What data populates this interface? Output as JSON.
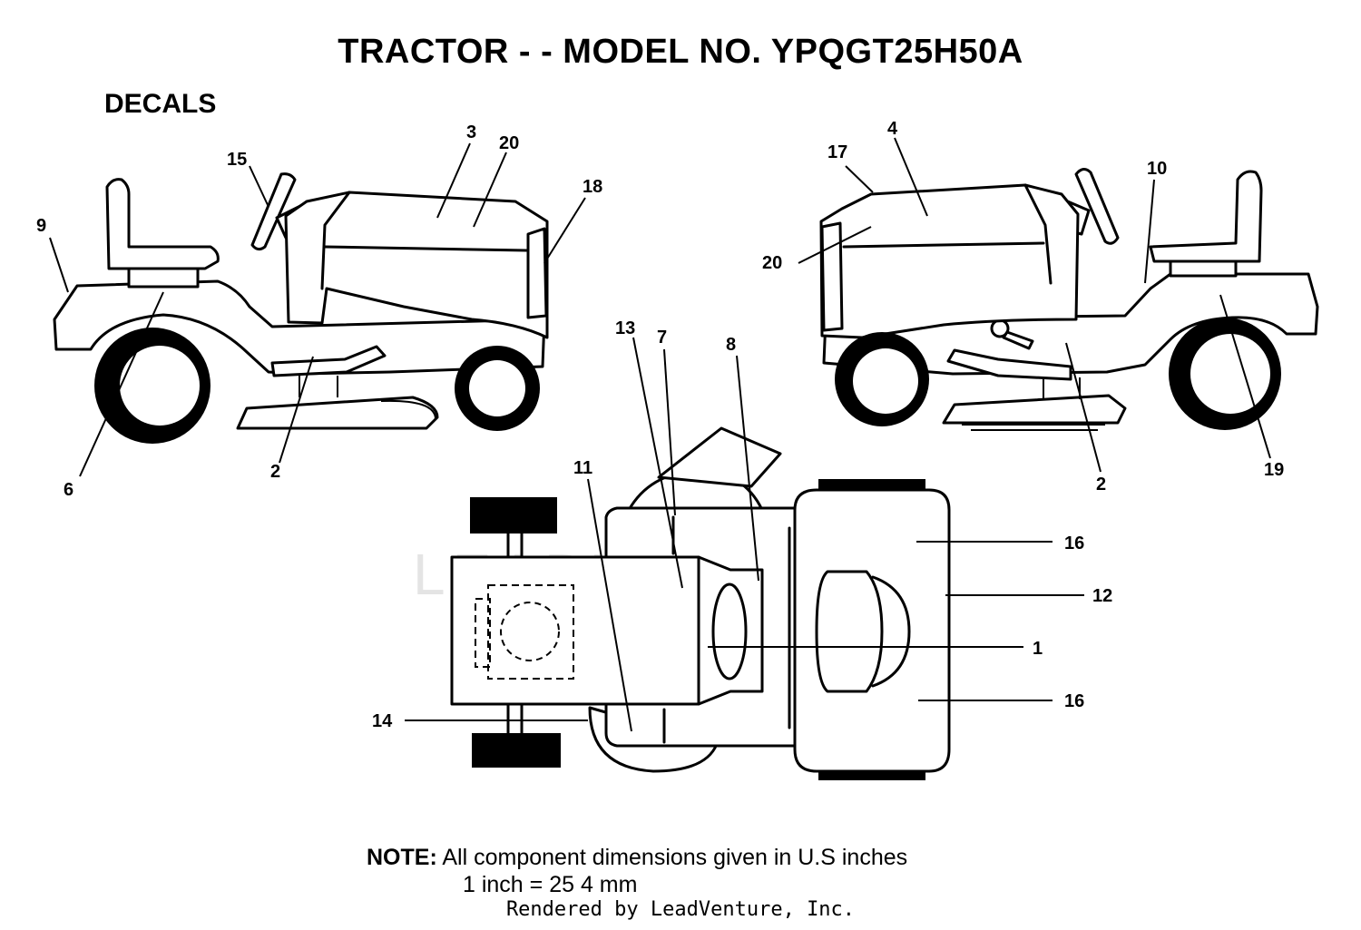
{
  "header": {
    "title": "TRACTOR - - MODEL NO. YPQGT25H50A",
    "section": "DECALS"
  },
  "watermark": "LEADVENTURE",
  "callouts": {
    "c1": "1",
    "c2a": "2",
    "c2b": "2",
    "c3": "3",
    "c4": "4",
    "c6": "6",
    "c7": "7",
    "c8": "8",
    "c9": "9",
    "c10": "10",
    "c11": "11",
    "c12": "12",
    "c13": "13",
    "c14": "14",
    "c15": "15",
    "c16a": "16",
    "c16b": "16",
    "c17": "17",
    "c18": "18",
    "c19": "19",
    "c20a": "20",
    "c20b": "20"
  },
  "note": {
    "label": "NOTE:",
    "line1": "All component dimensions given in U.S  inches",
    "line2": "1 inch = 25 4 mm"
  },
  "credit": "Rendered by LeadVenture, Inc."
}
